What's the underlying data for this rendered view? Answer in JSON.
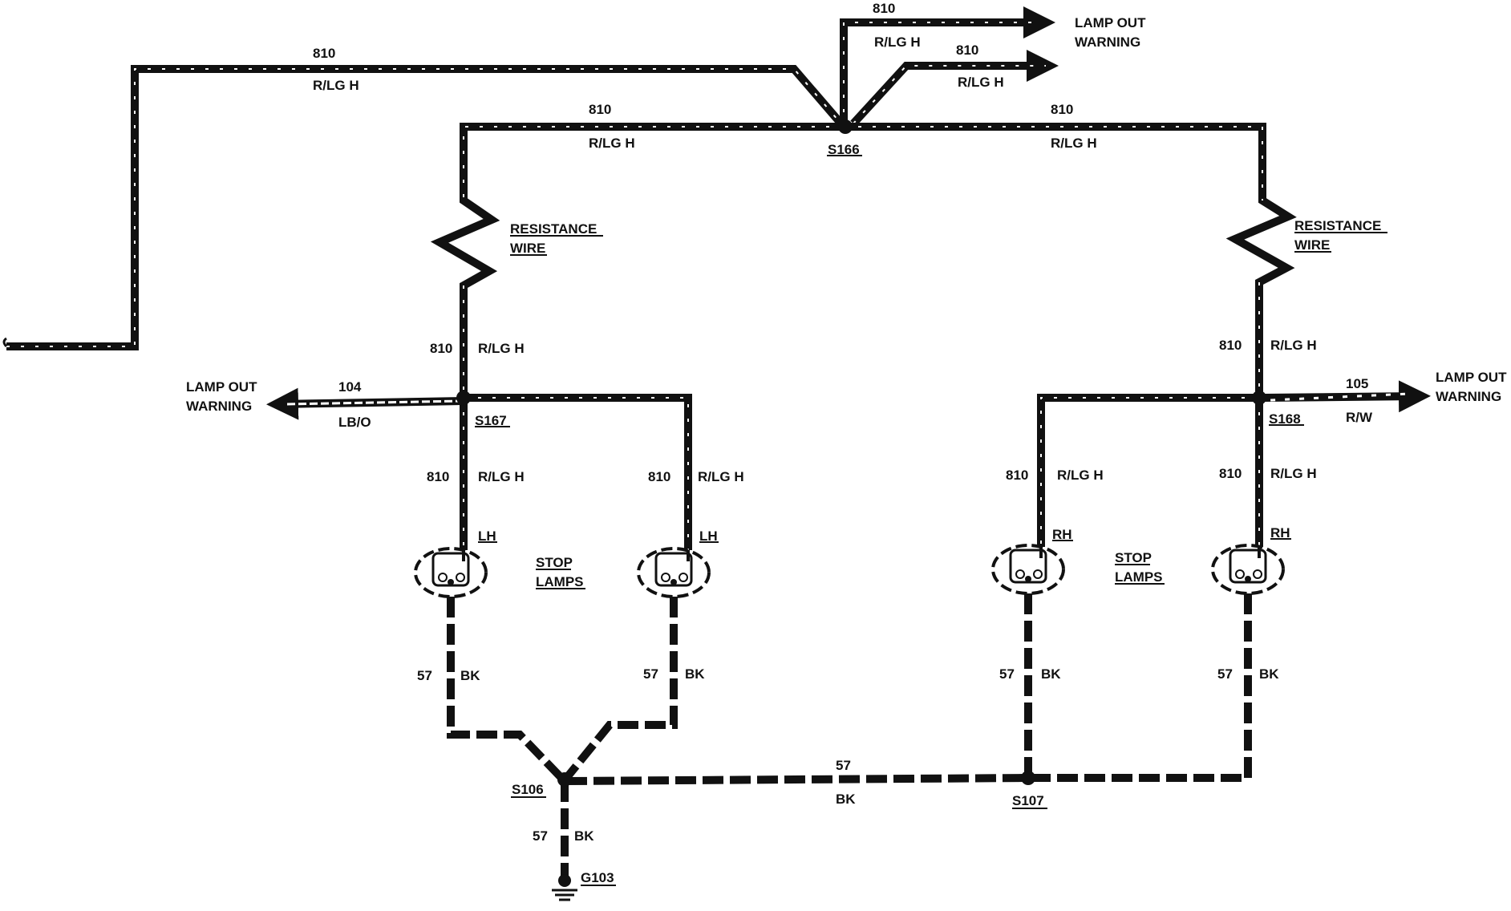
{
  "colors": {
    "ink": "#111111",
    "paper": "#ffffff"
  },
  "wires": {
    "circuit_810": "810",
    "color_810": "R/LG H",
    "circuit_104": "104",
    "color_104": "LB/O",
    "circuit_105": "105",
    "color_105": "R/W",
    "circuit_57": "57",
    "color_57": "BK"
  },
  "splices": {
    "s166": "S166",
    "s167": "S167",
    "s168": "S168",
    "s106": "S106",
    "s107": "S107"
  },
  "ground": {
    "g103": "G103"
  },
  "components": {
    "resistance_line1": "RESISTANCE",
    "resistance_line2": "WIRE",
    "stop_line1": "STOP",
    "stop_line2": "LAMPS",
    "lh": "LH",
    "rh": "RH"
  },
  "warnings": {
    "line1": "LAMP OUT",
    "line2": "WARNING"
  }
}
